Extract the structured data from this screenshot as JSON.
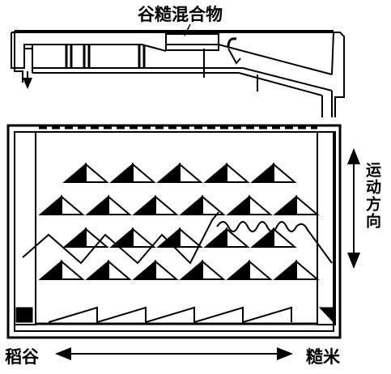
{
  "labels": {
    "mixture": "谷糙混合物",
    "paddy": "稻谷",
    "brown_rice": "糙米",
    "motion_direction": "运动方向"
  },
  "colors": {
    "ink": "#000000",
    "paper": "#ffffff"
  }
}
